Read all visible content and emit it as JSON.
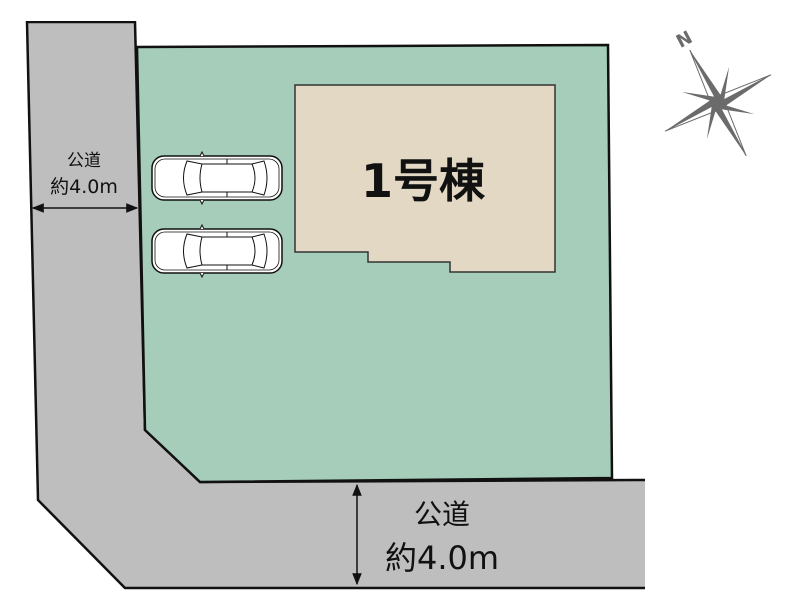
{
  "building": {
    "label": "1号棟"
  },
  "roads": {
    "west": {
      "name": "公道",
      "width": "約4.0m"
    },
    "south": {
      "name": "公道",
      "width": "約4.0m"
    }
  },
  "compass": {
    "north_label": "N"
  },
  "parking": {
    "car_count": 2
  },
  "colors": {
    "lot": "#a6cdb9",
    "road": "#bebebe",
    "building": "#e2d8c4",
    "compass": "#6b6b6b"
  }
}
